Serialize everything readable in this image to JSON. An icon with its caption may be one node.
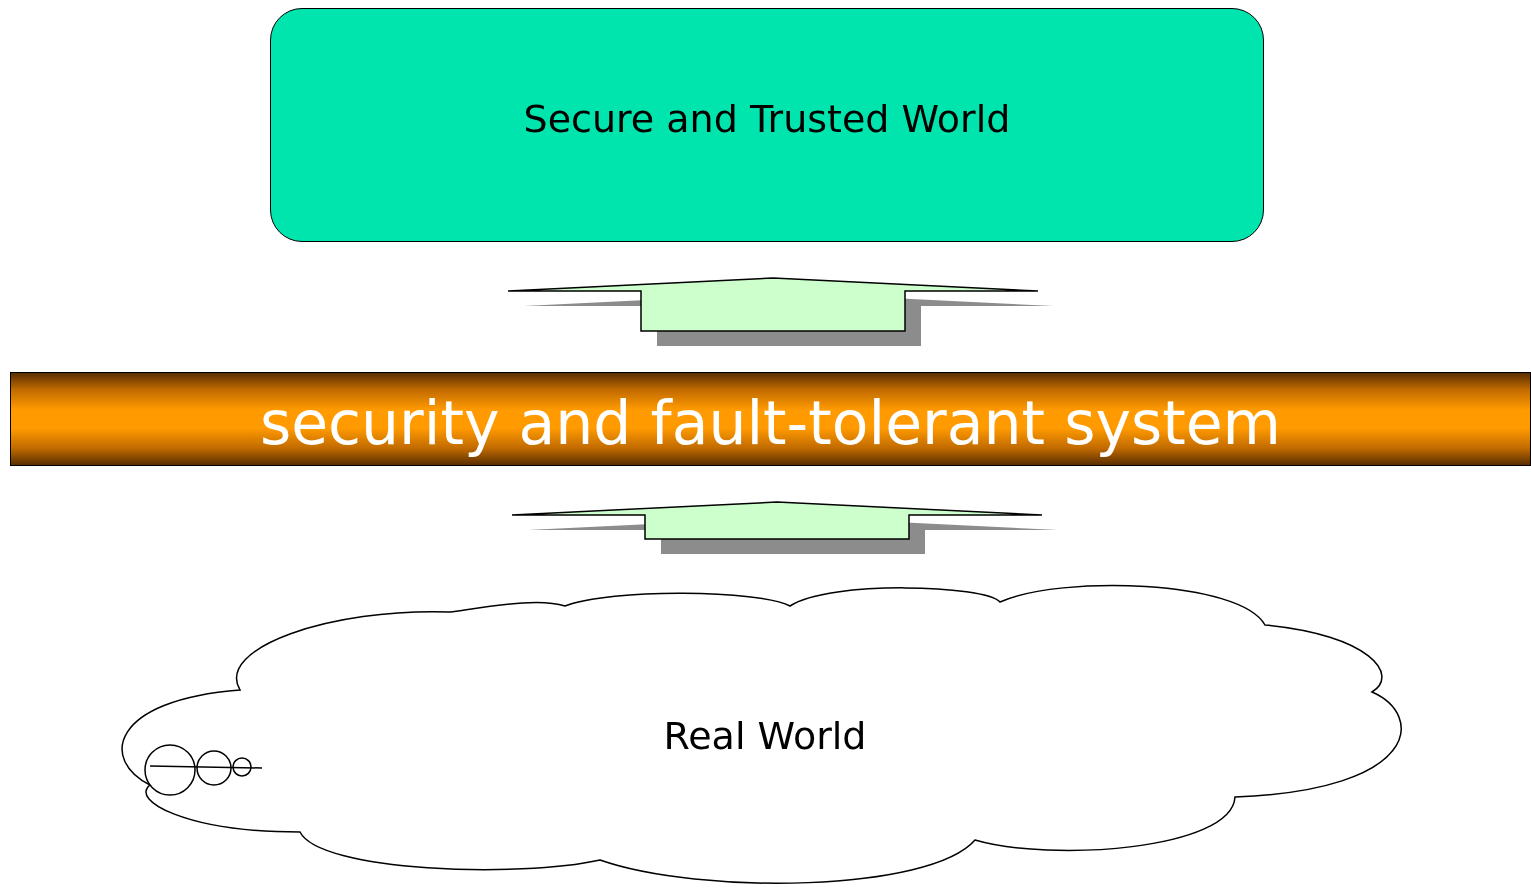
{
  "diagram": {
    "nodes": [
      {
        "text": [
          "Secure and Trusted World"
        ]
      },
      {
        "text": [
          "security and fault-tolerant system"
        ]
      },
      {
        "text": [
          "Real World"
        ]
      }
    ],
    "edges": [
      {
        "from": 1,
        "to": 0,
        "arrow": "to"
      },
      {
        "from": 2,
        "to": 1,
        "arrow": "to"
      }
    ]
  }
}
